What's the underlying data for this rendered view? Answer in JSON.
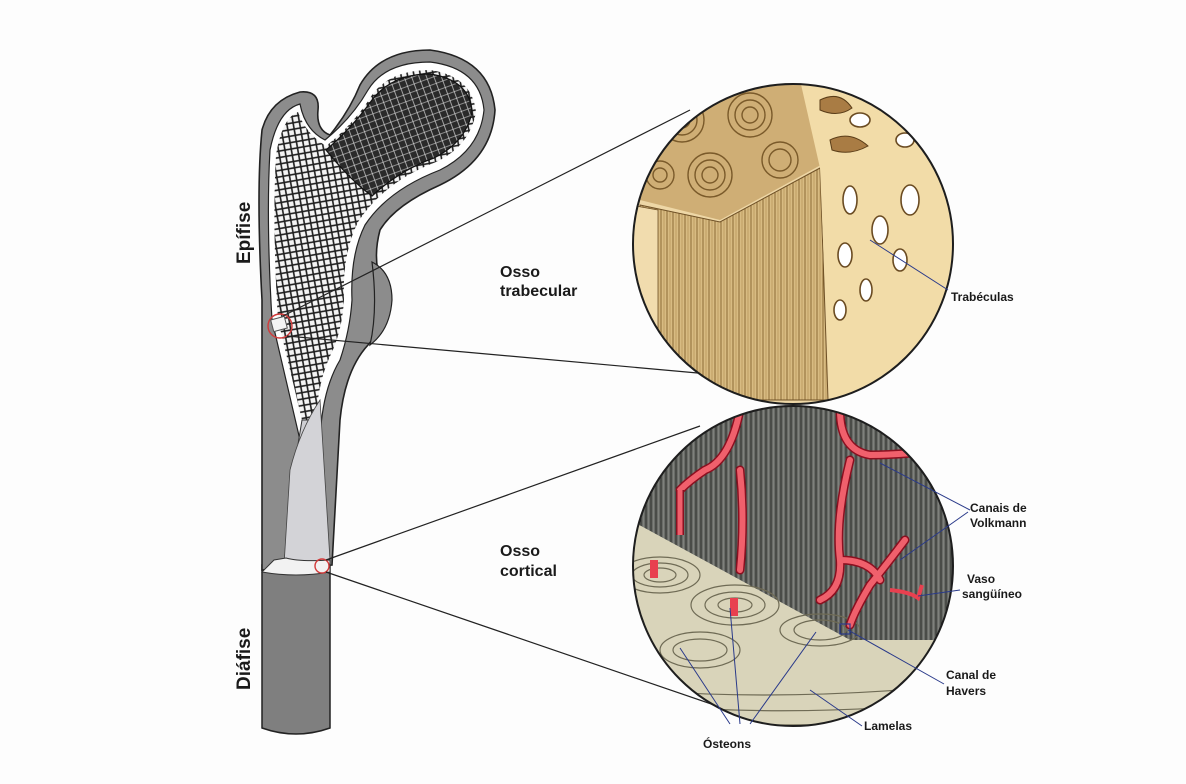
{
  "labels": {
    "epifise": "Epífise",
    "diafise": "Diáfise",
    "osso_trabecular": [
      "Osso",
      "trabecular"
    ],
    "osso_cortical": [
      "Osso",
      "cortical"
    ],
    "trabeculas": "Trabéculas",
    "canais_volkmann": [
      "Canais de",
      "Volkmann"
    ],
    "vaso_sanguineo": [
      "Vaso",
      "sangüíneo"
    ],
    "canal_havers": [
      "Canal de",
      "Havers"
    ],
    "lamelas": "Lamelas",
    "osteons": "Ósteons"
  },
  "colors": {
    "bone_gray": "#8a8a8a",
    "marrow_gray": "#c9c9cc",
    "trabecular_net": "#1e1e1e",
    "spongy_tan": "#e9cf97",
    "lamella_tan": "#c4a46a",
    "cortical_gray": "#5d5f5c",
    "vessel_red": "#e8404f",
    "leader_blue": "#2a3a8a",
    "highlight_red": "#d23a3a"
  }
}
